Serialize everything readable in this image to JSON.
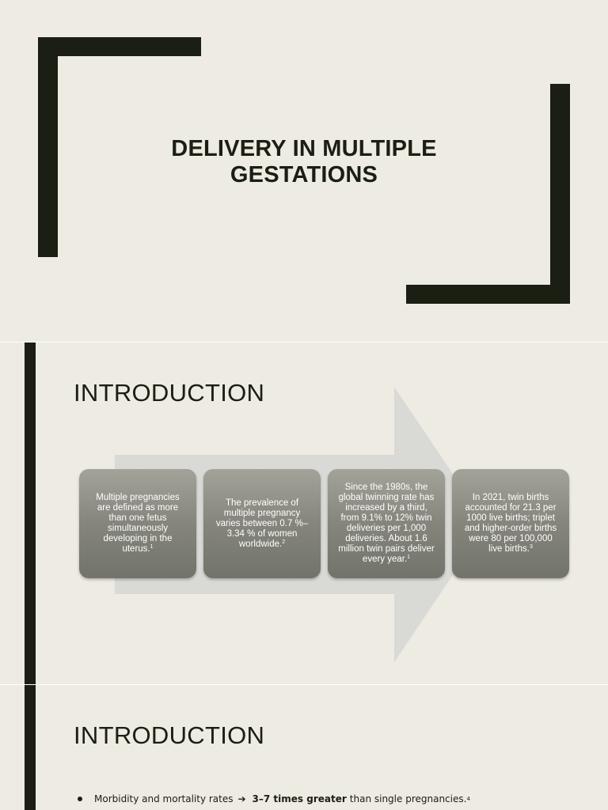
{
  "slide1": {
    "title_line1": "DELIVERY IN MULTIPLE",
    "title_line2": "GESTATIONS"
  },
  "slide2": {
    "heading": "INTRODUCTION",
    "cards": [
      {
        "text": "Multiple pregnancies are defined as more than one fetus simultaneously developing in the uterus.",
        "ref": "1"
      },
      {
        "text": "The prevalence of multiple pregnancy varies between 0.7 %–3.34 % of women worldwide.",
        "ref": "2"
      },
      {
        "text": "Since the 1980s, the global twinning rate has increased by a third, from 9.1% to 12% twin deliveries per 1,000 deliveries. About 1.6 million twin pairs deliver every year.",
        "ref": "1"
      },
      {
        "text": "In 2021, twin births accounted for 21.3 per 1000 live births; triplet and higher-order births were 80 per 100,000 live births.",
        "ref": "3"
      }
    ]
  },
  "slide3": {
    "heading": "INTRODUCTION",
    "bullet": {
      "lead": "Morbidity and mortality rates",
      "arrow": "➔",
      "emphasis": "3–7 times greater",
      "tail": "than single pregnancies.",
      "ref": "4"
    }
  },
  "colors": {
    "background": "#edebe2",
    "bars": "#1b1e12",
    "card": "#85857c",
    "arrow": "#d9d9d6"
  }
}
